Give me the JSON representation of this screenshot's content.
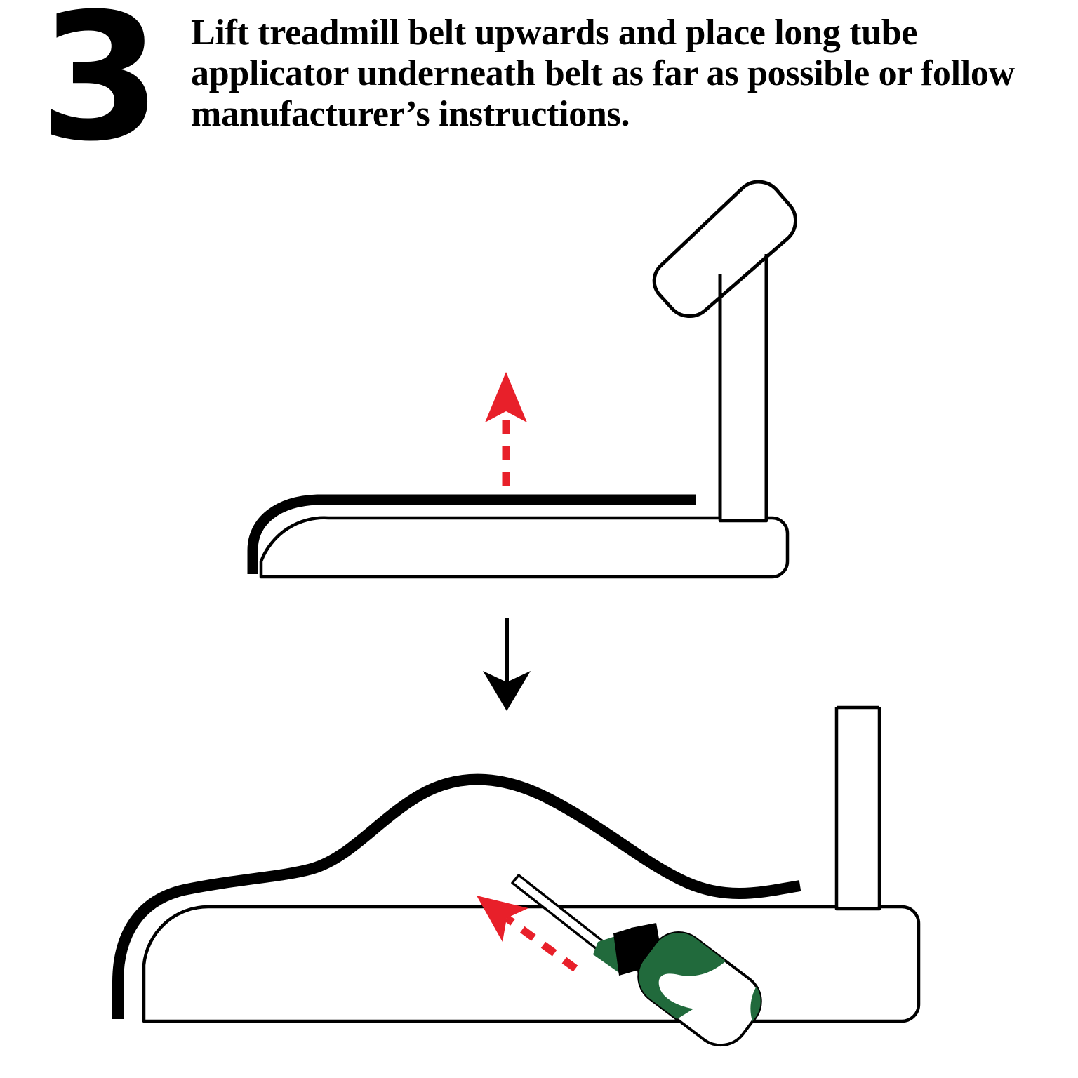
{
  "step": {
    "number": "3",
    "instruction": "Lift treadmill belt upwards and place long tube  applicator underneath belt as far as possible or follow manufacturer’s instructions."
  },
  "colors": {
    "outline": "#000000",
    "belt": "#000000",
    "arrow_red": "#E8202A",
    "arrow_black": "#000000",
    "bottle_label_green": "#216A3C",
    "bottle_body": "#FFFFFF",
    "bottle_cap": "#000000",
    "background": "#FFFFFF"
  },
  "figures": {
    "top": {
      "name": "treadmill-belt-flat",
      "caption_role": "Treadmill shown from the side with belt lying flat on the deck",
      "console": "tilted console panel on upright post",
      "arrow": {
        "name": "lift-arrow",
        "style": "dashed",
        "direction": "up",
        "color": "#E8202A"
      }
    },
    "transition": {
      "name": "flow-arrow",
      "style": "solid",
      "direction": "down",
      "color": "#000000"
    },
    "bottom": {
      "name": "treadmill-belt-lifted",
      "caption_role": "Treadmill belt lifted into a hump with the long tube applicator inserted beneath",
      "applicator": {
        "name": "lubricant-bottle",
        "parts": [
          "long-tube",
          "green-nozzle-base",
          "black-collar",
          "bottle-body-with-green-label"
        ]
      },
      "arrow": {
        "name": "insert-arrow",
        "style": "dashed",
        "direction": "up-left",
        "color": "#E8202A"
      }
    }
  }
}
